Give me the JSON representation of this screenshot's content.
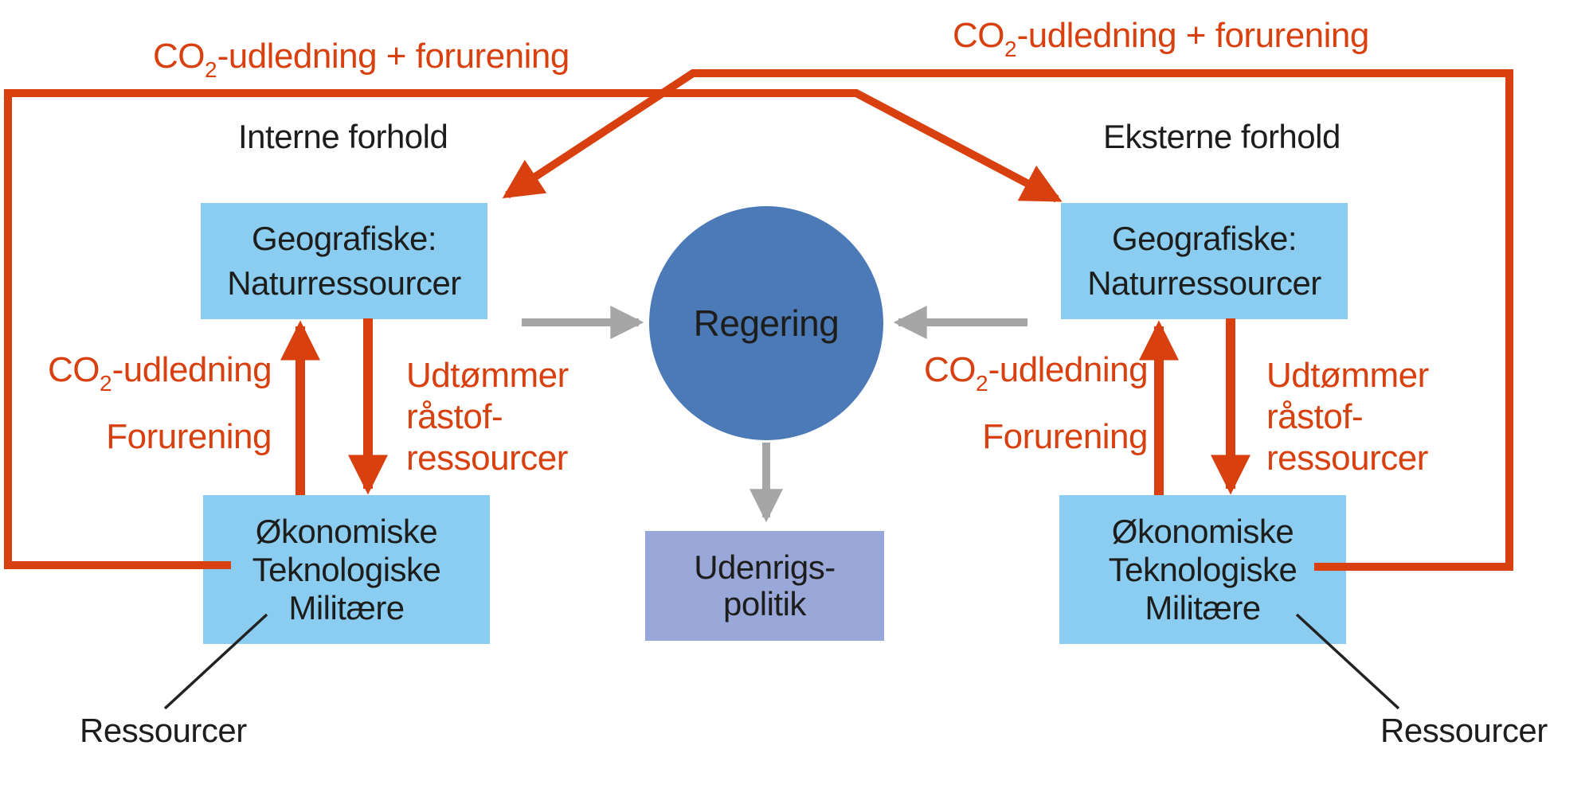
{
  "colors": {
    "red": "#d8400f",
    "box-blue": "#8bcdf0",
    "circle-blue": "#4b7ab7",
    "lavender": "#99a8d8",
    "gray": "#a6a6a6",
    "ink": "#1d1d1b"
  },
  "headings": {
    "interne": "Interne forhold",
    "eksterne": "Eksterne forhold"
  },
  "top_labels": {
    "left": {
      "prefix": "CO",
      "sub": "2",
      "rest": "-udledning + forurening"
    },
    "right": {
      "prefix": "CO",
      "sub": "2",
      "rest": "-udledning + forurening"
    }
  },
  "nodes": {
    "geo_left": {
      "line1": "Geografiske:",
      "line2": "Naturressourcer"
    },
    "geo_right": {
      "line1": "Geografiske:",
      "line2": "Naturressourcer"
    },
    "oko_left": {
      "line1": "Økonomiske",
      "line2": "Teknologiske",
      "line3": "Militære"
    },
    "oko_right": {
      "line1": "Økonomiske",
      "line2": "Teknologiske",
      "line3": "Militære"
    },
    "regering": {
      "label": "Regering"
    },
    "udenrigs": {
      "line1": "Udenrigs-",
      "line2": "politik"
    }
  },
  "edge_labels": {
    "left": {
      "co2": {
        "prefix": "CO",
        "sub": "2",
        "rest": "-udledning"
      },
      "forurening": "Forurening",
      "udtommer": {
        "line1": "Udtømmer",
        "line2": "råstof-",
        "line3": "ressourcer"
      },
      "ressourcer": "Ressourcer"
    },
    "right": {
      "co2": {
        "prefix": "CO",
        "sub": "2",
        "rest": "-udledning"
      },
      "forurening": "Forurening",
      "udtommer": {
        "line1": "Udtømmer",
        "line2": "råstof-",
        "line3": "ressourcer"
      },
      "ressourcer": "Ressourcer"
    }
  }
}
